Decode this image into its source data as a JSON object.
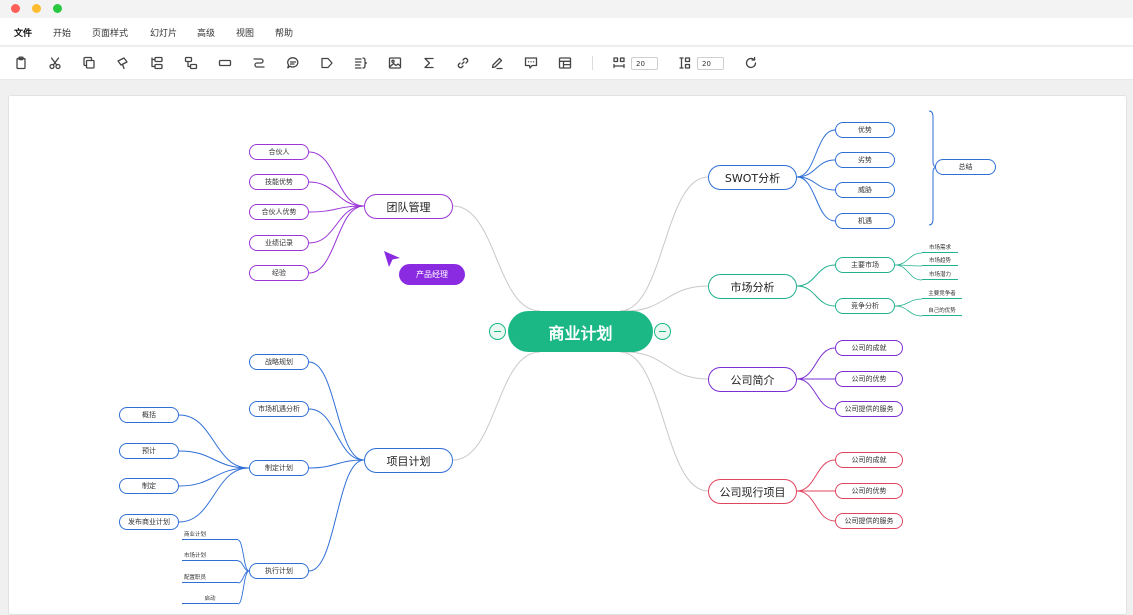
{
  "window": {
    "traffic_lights": [
      "#ff5f57",
      "#febc2e",
      "#28c840"
    ]
  },
  "menu": [
    "文件",
    "开始",
    "页面样式",
    "幻灯片",
    "高级",
    "视图",
    "帮助"
  ],
  "toolbar": {
    "tools": [
      "clipboard-icon",
      "scissors-icon",
      "copy-icon",
      "format-brush-icon",
      "insert-subtopic-icon",
      "insert-sibling-icon",
      "topic-box-icon",
      "relationship-icon",
      "comment-icon",
      "label-icon",
      "summary-icon",
      "image-icon",
      "formula-icon",
      "link-icon",
      "marker-pen-icon",
      "callout-icon",
      "table-icon"
    ],
    "width_value": "20",
    "height_value": "20",
    "refresh": "refresh-icon"
  },
  "mindmap": {
    "center": "商业计划",
    "center_color": "#1bb886",
    "branches": {
      "swot": {
        "label": "SWOT分析",
        "color": "#2f6fd6",
        "items": [
          "优势",
          "劣势",
          "威胁",
          "机遇"
        ],
        "summary": "总结"
      },
      "market": {
        "label": "市场分析",
        "color": "#22b08e",
        "items": [
          {
            "label": "主要市场",
            "children": [
              "市场需求",
              "市场趋势",
              "市场潜力"
            ]
          },
          {
            "label": "竞争分析",
            "children": [
              "主要竞争者",
              "自己的优势"
            ]
          }
        ]
      },
      "intro": {
        "label": "公司简介",
        "color": "#7b2fd0",
        "items": [
          "公司的成就",
          "公司的优势",
          "公司提供的服务"
        ]
      },
      "projects": {
        "label": "公司现行项目",
        "color": "#e0445e",
        "items": [
          "公司的成就",
          "公司的优势",
          "公司提供的服务"
        ]
      },
      "team": {
        "label": "团队管理",
        "color": "#9b35d6",
        "items": [
          "合伙人",
          "技能优势",
          "合伙人优势",
          "业绩记录",
          "经验"
        ]
      },
      "plan": {
        "label": "项目计划",
        "color": "#2f6fd6",
        "items": [
          {
            "label": "战略规划",
            "children": []
          },
          {
            "label": "市场机遇分析",
            "children": []
          },
          {
            "label": "制定计划",
            "children": [
              "概括",
              "预计",
              "制定",
              "发布商业计划"
            ]
          },
          {
            "label": "执行计划",
            "children": [
              "商业计划",
              "市场计划",
              "配置职员",
              "启动"
            ]
          }
        ]
      }
    },
    "collaborator_tag": "产品经理",
    "collaborator_color": "#8a2be2"
  }
}
